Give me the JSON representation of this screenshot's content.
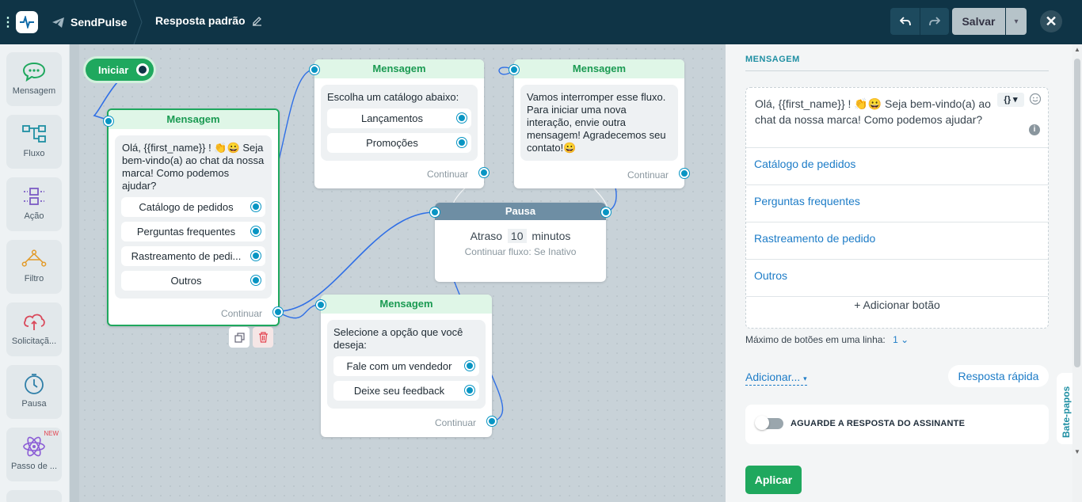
{
  "topbar": {
    "brand": "SendPulse",
    "flow_name": "Resposta padrão",
    "save_label": "Salvar"
  },
  "sidebar": {
    "items": [
      {
        "label": "Mensagem",
        "icon": "chat-bubble-icon"
      },
      {
        "label": "Fluxo",
        "icon": "flow-icon"
      },
      {
        "label": "Ação",
        "icon": "action-icon"
      },
      {
        "label": "Filtro",
        "icon": "filter-icon"
      },
      {
        "label": "Solicitaçã...",
        "icon": "cloud-request-icon"
      },
      {
        "label": "Pausa",
        "icon": "clock-icon"
      },
      {
        "label": "Passo de ...",
        "icon": "atom-icon",
        "badge": "NEW"
      }
    ]
  },
  "canvas": {
    "start_label": "Iniciar",
    "node_main": {
      "title": "Mensagem",
      "text": "Olá,  {{first_name}} ! 👏😀 Seja bem-vindo(a) ao chat da nossa marca! Como podemos ajudar?",
      "buttons": [
        "Catálogo de pedidos",
        "Perguntas frequentes",
        "Rastreamento de pedi...",
        "Outros"
      ],
      "continue": "Continuar"
    },
    "node_catalog": {
      "title": "Mensagem",
      "text": "Escolha um catálogo abaixo:",
      "buttons": [
        "Lançamentos",
        "Promoções"
      ],
      "continue": "Continuar"
    },
    "node_interrupt": {
      "title": "Mensagem",
      "text": "Vamos interromper esse fluxo. Para iniciar uma nova interação, envie outra mensagem! Agradecemos seu contato!😀",
      "continue": "Continuar"
    },
    "node_pause": {
      "title": "Pausa",
      "delay_prefix": "Atraso",
      "delay_value": "10",
      "delay_unit": "minutos",
      "continue_text": "Continuar fluxo: Se Inativo"
    },
    "node_options": {
      "title": "Mensagem",
      "text": "Selecione a opção que você deseja:",
      "buttons": [
        "Fale com um vendedor",
        "Deixe seu feedback"
      ],
      "continue": "Continuar"
    }
  },
  "panel": {
    "title": "MENSAGEM",
    "message_text": "Olá,  {{first_name}} ! 👏😀 Seja bem-vindo(a) ao chat da nossa marca! Como podemos ajudar?",
    "var_button": "{}",
    "buttons": [
      "Catálogo de pedidos",
      "Perguntas frequentes",
      "Rastreamento de pedido",
      "Outros"
    ],
    "add_button": "+ Adicionar botão",
    "max_buttons_label": "Máximo de botões em uma linha:",
    "max_buttons_value": "1",
    "add_menu": "Adicionar...",
    "quick_reply": "Resposta rápida",
    "wait_label": "AGUARDE A RESPOSTA DO ASSINANTE",
    "apply": "Aplicar",
    "chats_tab": "Bate-papos"
  },
  "colors": {
    "topbar": "#0f3446",
    "accent_green": "#1fa85e",
    "link_blue": "#1d7cc7",
    "port_blue": "#0895c3"
  }
}
